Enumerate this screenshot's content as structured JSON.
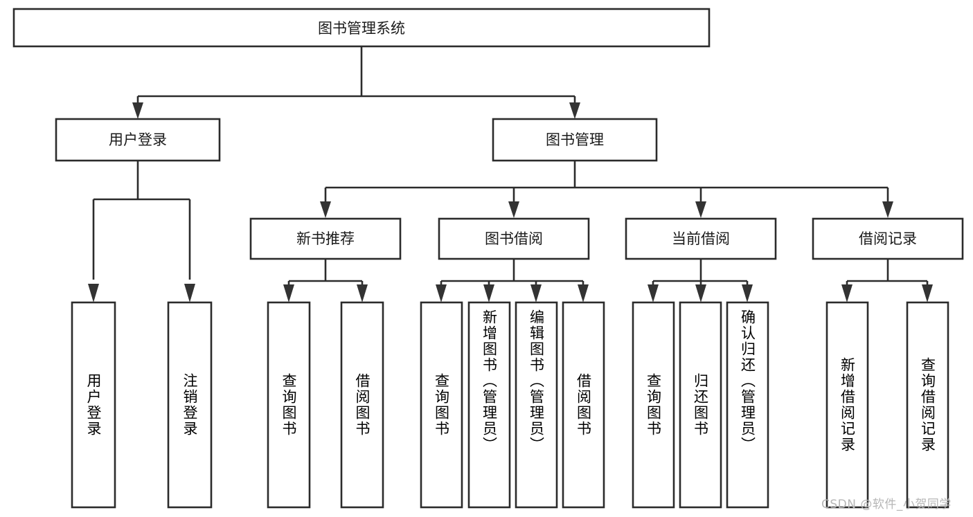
{
  "diagram": {
    "title": "图书管理系统",
    "type": "tree",
    "orientation": "top-down",
    "nodes": {
      "root": {
        "label": "图书管理系统",
        "level": 0
      },
      "user_login": {
        "label": "用户登录",
        "level": 1
      },
      "book_manage": {
        "label": "图书管理",
        "level": 1
      },
      "new_book_rec": {
        "label": "新书推荐",
        "level": 2
      },
      "book_borrow": {
        "label": "图书借阅",
        "level": 2
      },
      "current_borrow": {
        "label": "当前借阅",
        "level": 2
      },
      "borrow_record": {
        "label": "借阅记录",
        "level": 2
      },
      "leaf_user_login": {
        "label": "用户登录",
        "level": 3
      },
      "leaf_logout": {
        "label": "注销登录",
        "level": 3
      },
      "leaf_query_book_1": {
        "label": "查询图书",
        "level": 3
      },
      "leaf_borrow_book_1": {
        "label": "借阅图书",
        "level": 3
      },
      "leaf_query_book_2": {
        "label": "查询图书",
        "level": 3
      },
      "leaf_add_book": {
        "label": "新增图书（管理员）",
        "level": 3
      },
      "leaf_edit_book": {
        "label": "编辑图书（管理员）",
        "level": 3
      },
      "leaf_borrow_book_2": {
        "label": "借阅图书",
        "level": 3
      },
      "leaf_query_book_3": {
        "label": "查询图书",
        "level": 3
      },
      "leaf_return_book": {
        "label": "归还图书",
        "level": 3
      },
      "leaf_confirm_return": {
        "label": "确认归还（管理员）",
        "level": 3
      },
      "leaf_add_record": {
        "label": "新增借阅记录",
        "level": 3
      },
      "leaf_query_record": {
        "label": "查询借阅记录",
        "level": 3
      }
    },
    "edges": [
      {
        "from": "root",
        "to": "user_login"
      },
      {
        "from": "root",
        "to": "book_manage"
      },
      {
        "from": "user_login",
        "to": "leaf_user_login"
      },
      {
        "from": "user_login",
        "to": "leaf_logout"
      },
      {
        "from": "book_manage",
        "to": "new_book_rec"
      },
      {
        "from": "book_manage",
        "to": "book_borrow"
      },
      {
        "from": "book_manage",
        "to": "current_borrow"
      },
      {
        "from": "book_manage",
        "to": "borrow_record"
      },
      {
        "from": "new_book_rec",
        "to": "leaf_query_book_1"
      },
      {
        "from": "new_book_rec",
        "to": "leaf_borrow_book_1"
      },
      {
        "from": "book_borrow",
        "to": "leaf_query_book_2"
      },
      {
        "from": "book_borrow",
        "to": "leaf_add_book"
      },
      {
        "from": "book_borrow",
        "to": "leaf_edit_book"
      },
      {
        "from": "book_borrow",
        "to": "leaf_borrow_book_2"
      },
      {
        "from": "current_borrow",
        "to": "leaf_query_book_3"
      },
      {
        "from": "current_borrow",
        "to": "leaf_return_book"
      },
      {
        "from": "current_borrow",
        "to": "leaf_confirm_return"
      },
      {
        "from": "borrow_record",
        "to": "leaf_add_record"
      },
      {
        "from": "borrow_record",
        "to": "leaf_query_record"
      }
    ],
    "colors": {
      "background": "#ffffff",
      "box_fill": "#ffffff",
      "box_stroke": "#2b2b2b",
      "connector": "#2b2b2b",
      "text": "#1a1a1a",
      "watermark": "#b6b6b6"
    }
  },
  "watermark": {
    "text": "CSDN @软件_小贺同学"
  }
}
